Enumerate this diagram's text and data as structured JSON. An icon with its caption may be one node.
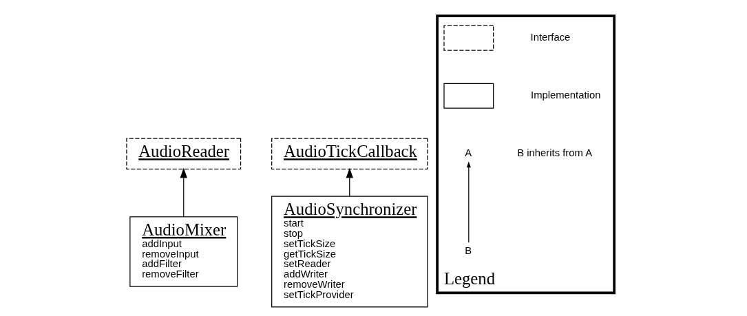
{
  "diagram": {
    "nodes": [
      {
        "text": [
          "AudioReader"
        ]
      },
      {
        "text": [
          "AudioTickCallback"
        ]
      },
      {
        "text": [
          "AudioMixer",
          "addInput",
          "removeInput",
          "addFilter",
          "removeFilter"
        ]
      },
      {
        "text": [
          "AudioSynchronizer",
          "start",
          "stop",
          "setTickSize",
          "getTickSize",
          "setReader",
          "addWriter",
          "removeWriter",
          "setTickProvider"
        ]
      },
      {
        "text": [
          "Legend"
        ]
      },
      {
        "text": [],
        "shape": "box",
        "in": 4
      },
      {
        "text": [],
        "shape": "box",
        "in": 4
      },
      {
        "text": [
          "A"
        ],
        "in": 4
      },
      {
        "text": [
          "B"
        ],
        "in": 4
      }
    ],
    "edges": [
      {
        "from": 2,
        "to": 0,
        "arrow": "to"
      },
      {
        "from": 3,
        "to": 1,
        "arrow": "to"
      },
      {
        "from": 8,
        "to": 7,
        "arrow": "to"
      }
    ],
    "legend": [
      {
        "text": "Interface"
      },
      {
        "text": "Implementation"
      },
      {
        "text": "B inherits from A"
      }
    ]
  }
}
